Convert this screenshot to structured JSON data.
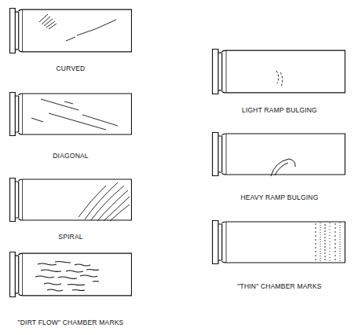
{
  "diagram": {
    "labels": [
      "CURVED",
      "DIAGONAL",
      "SPIRAL",
      "\"DIRT FLOW\" CHAMBER MARKS",
      "LIGHT RAMP BULGING",
      "HEAVY RAMP BULGING",
      "\"THIN\" CHAMBER MARKS"
    ]
  }
}
